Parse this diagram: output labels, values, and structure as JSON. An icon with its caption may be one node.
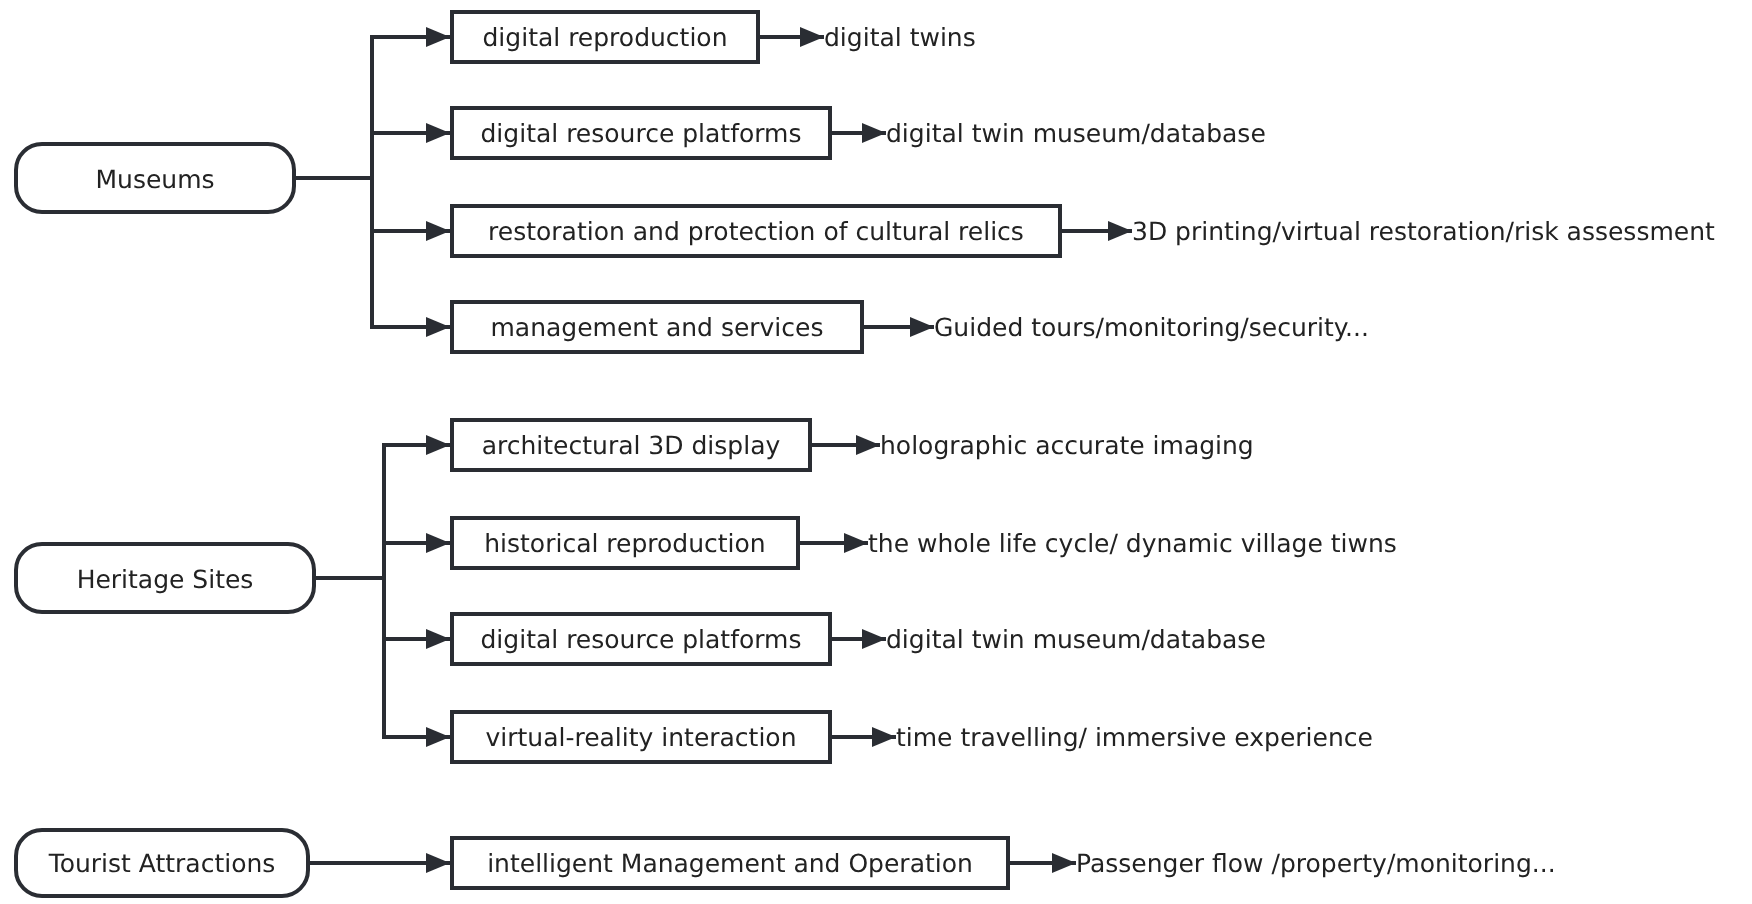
{
  "diagram": {
    "nodes": [
      {
        "text": [
          "Museums"
        ]
      },
      {
        "text": [
          "digital reproduction"
        ]
      },
      {
        "text": [
          "digital twins"
        ]
      },
      {
        "text": [
          "digital resource platforms"
        ]
      },
      {
        "text": [
          "digital twin museum/database"
        ]
      },
      {
        "text": [
          "restoration and protection of cultural relics"
        ]
      },
      {
        "text": [
          "3D printing/virtual restoration/risk assessment"
        ]
      },
      {
        "text": [
          "management and services"
        ]
      },
      {
        "text": [
          "Guided tours/monitoring/security..."
        ]
      },
      {
        "text": [
          "Heritage Sites"
        ]
      },
      {
        "text": [
          "architectural 3D display"
        ]
      },
      {
        "text": [
          "holographic accurate imaging"
        ]
      },
      {
        "text": [
          "historical reproduction"
        ]
      },
      {
        "text": [
          "the whole life cycle/ dynamic village tiwns"
        ]
      },
      {
        "text": [
          "digital resource platforms"
        ]
      },
      {
        "text": [
          "digital twin museum/database"
        ]
      },
      {
        "text": [
          "virtual-reality interaction"
        ]
      },
      {
        "text": [
          "time travelling/ immersive experience"
        ]
      },
      {
        "text": [
          "Tourist Attractions"
        ]
      },
      {
        "text": [
          "intelligent Management and Operation"
        ]
      },
      {
        "text": [
          "Passenger flow /property/monitoring..."
        ]
      }
    ],
    "edges": [
      {
        "from": 0,
        "to": 1,
        "arrow": "to"
      },
      {
        "from": 0,
        "to": 3,
        "arrow": "to"
      },
      {
        "from": 0,
        "to": 5,
        "arrow": "to"
      },
      {
        "from": 0,
        "to": 7,
        "arrow": "to"
      },
      {
        "from": 1,
        "to": 2,
        "arrow": "to"
      },
      {
        "from": 3,
        "to": 4,
        "arrow": "to"
      },
      {
        "from": 5,
        "to": 6,
        "arrow": "to"
      },
      {
        "from": 7,
        "to": 8,
        "arrow": "to"
      },
      {
        "from": 9,
        "to": 10,
        "arrow": "to"
      },
      {
        "from": 9,
        "to": 12,
        "arrow": "to"
      },
      {
        "from": 9,
        "to": 14,
        "arrow": "to"
      },
      {
        "from": 9,
        "to": 16,
        "arrow": "to"
      },
      {
        "from": 10,
        "to": 11,
        "arrow": "to"
      },
      {
        "from": 12,
        "to": 13,
        "arrow": "to"
      },
      {
        "from": 14,
        "to": 15,
        "arrow": "to"
      },
      {
        "from": 16,
        "to": 17,
        "arrow": "to"
      },
      {
        "from": 18,
        "to": 19,
        "arrow": "to"
      },
      {
        "from": 19,
        "to": 20,
        "arrow": "to"
      }
    ]
  }
}
